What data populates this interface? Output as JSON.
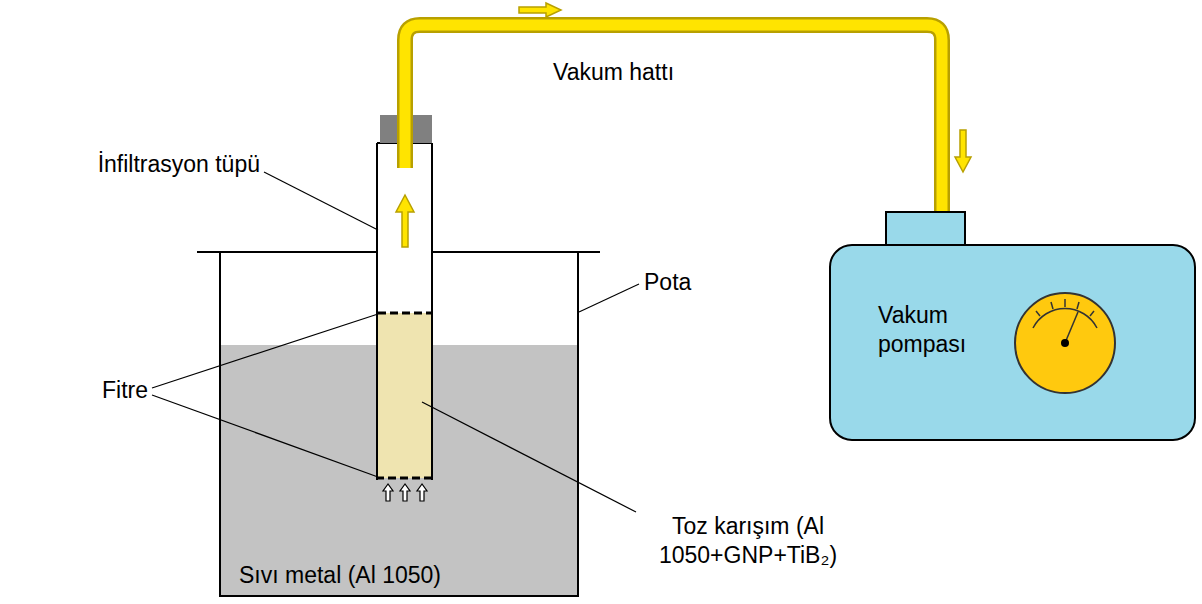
{
  "diagram": {
    "nodes": [
      {
        "text": [
          "Sıvı metal (Al 1050)"
        ]
      },
      {
        "text": [
          "Vakum pompası"
        ]
      }
    ],
    "labels": [
      "Vakum hattı",
      "İnfiltrasyon tüpü",
      "Pota",
      "Fitre",
      "Toz karışım (Al 1050+GNP+TiB₂)"
    ]
  }
}
